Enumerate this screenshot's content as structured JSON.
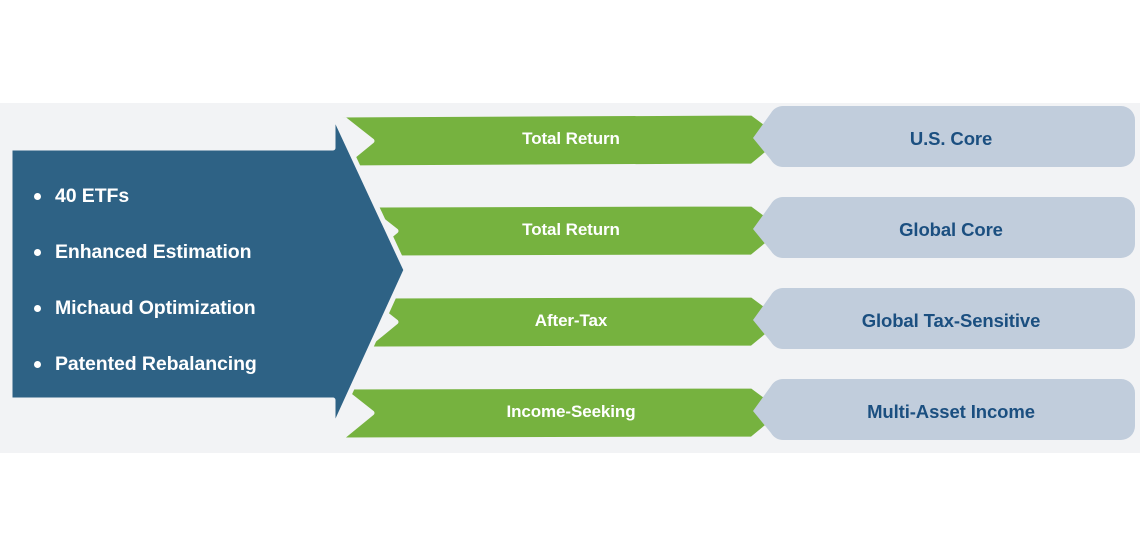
{
  "diagram": {
    "title": "Investment Strategy Flow Diagram",
    "background_color": "#f2f3f5",
    "colors": {
      "blue_arrow": "#2e6285",
      "green_chevron": "#76b23f",
      "gray_box": "#c1cddc",
      "box_text": "#1b4f80",
      "chevron_text": "#ffffff",
      "panel": "#f2f3f5"
    }
  },
  "source_arrow": {
    "name": "capabilities-arrow",
    "bullets": [
      {
        "label": "40 ETFs"
      },
      {
        "label": "Enhanced Estimation"
      },
      {
        "label": "Michaud Optimization"
      },
      {
        "label": "Patented Rebalancing"
      }
    ]
  },
  "rows": [
    {
      "objective": "Total Return",
      "strategy": "U.S. Core"
    },
    {
      "objective": "Total Return",
      "strategy": "Global Core"
    },
    {
      "objective": "After-Tax",
      "strategy": "Global Tax-Sensitive"
    },
    {
      "objective": "Income-Seeking",
      "strategy": "Multi-Asset Income"
    }
  ]
}
